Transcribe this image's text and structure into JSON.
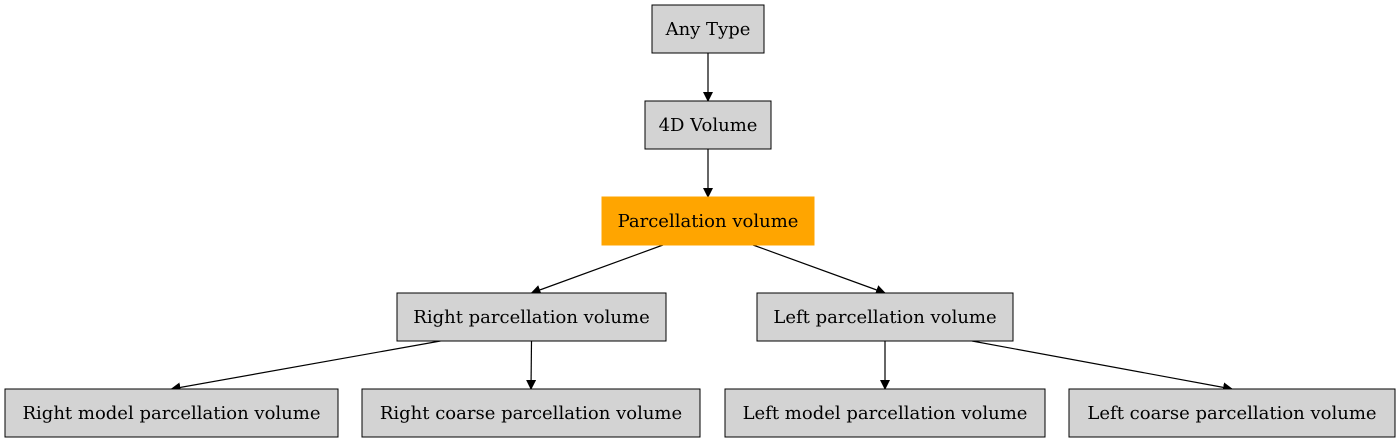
{
  "colors": {
    "node_fill": "#d3d3d3",
    "highlight_fill": "#ffa500",
    "stroke": "#000000",
    "background": "#ffffff"
  },
  "nodes": [
    {
      "id": "any-type",
      "label": "Any Type",
      "highlight": false
    },
    {
      "id": "4d-volume",
      "label": "4D Volume",
      "highlight": false
    },
    {
      "id": "parcellation-volume",
      "label": "Parcellation volume",
      "highlight": true
    },
    {
      "id": "right-parcellation-volume",
      "label": "Right parcellation volume",
      "highlight": false
    },
    {
      "id": "left-parcellation-volume",
      "label": "Left parcellation volume",
      "highlight": false
    },
    {
      "id": "right-model-parcellation-volume",
      "label": "Right model parcellation volume",
      "highlight": false
    },
    {
      "id": "right-coarse-parcellation-volume",
      "label": "Right coarse parcellation volume",
      "highlight": false
    },
    {
      "id": "left-model-parcellation-volume",
      "label": "Left model parcellation volume",
      "highlight": false
    },
    {
      "id": "left-coarse-parcellation-volume",
      "label": "Left coarse parcellation volume",
      "highlight": false
    }
  ],
  "edges": [
    {
      "from": "any-type",
      "to": "4d-volume"
    },
    {
      "from": "4d-volume",
      "to": "parcellation-volume"
    },
    {
      "from": "parcellation-volume",
      "to": "right-parcellation-volume"
    },
    {
      "from": "parcellation-volume",
      "to": "left-parcellation-volume"
    },
    {
      "from": "right-parcellation-volume",
      "to": "right-model-parcellation-volume"
    },
    {
      "from": "right-parcellation-volume",
      "to": "right-coarse-parcellation-volume"
    },
    {
      "from": "left-parcellation-volume",
      "to": "left-model-parcellation-volume"
    },
    {
      "from": "left-parcellation-volume",
      "to": "left-coarse-parcellation-volume"
    }
  ]
}
